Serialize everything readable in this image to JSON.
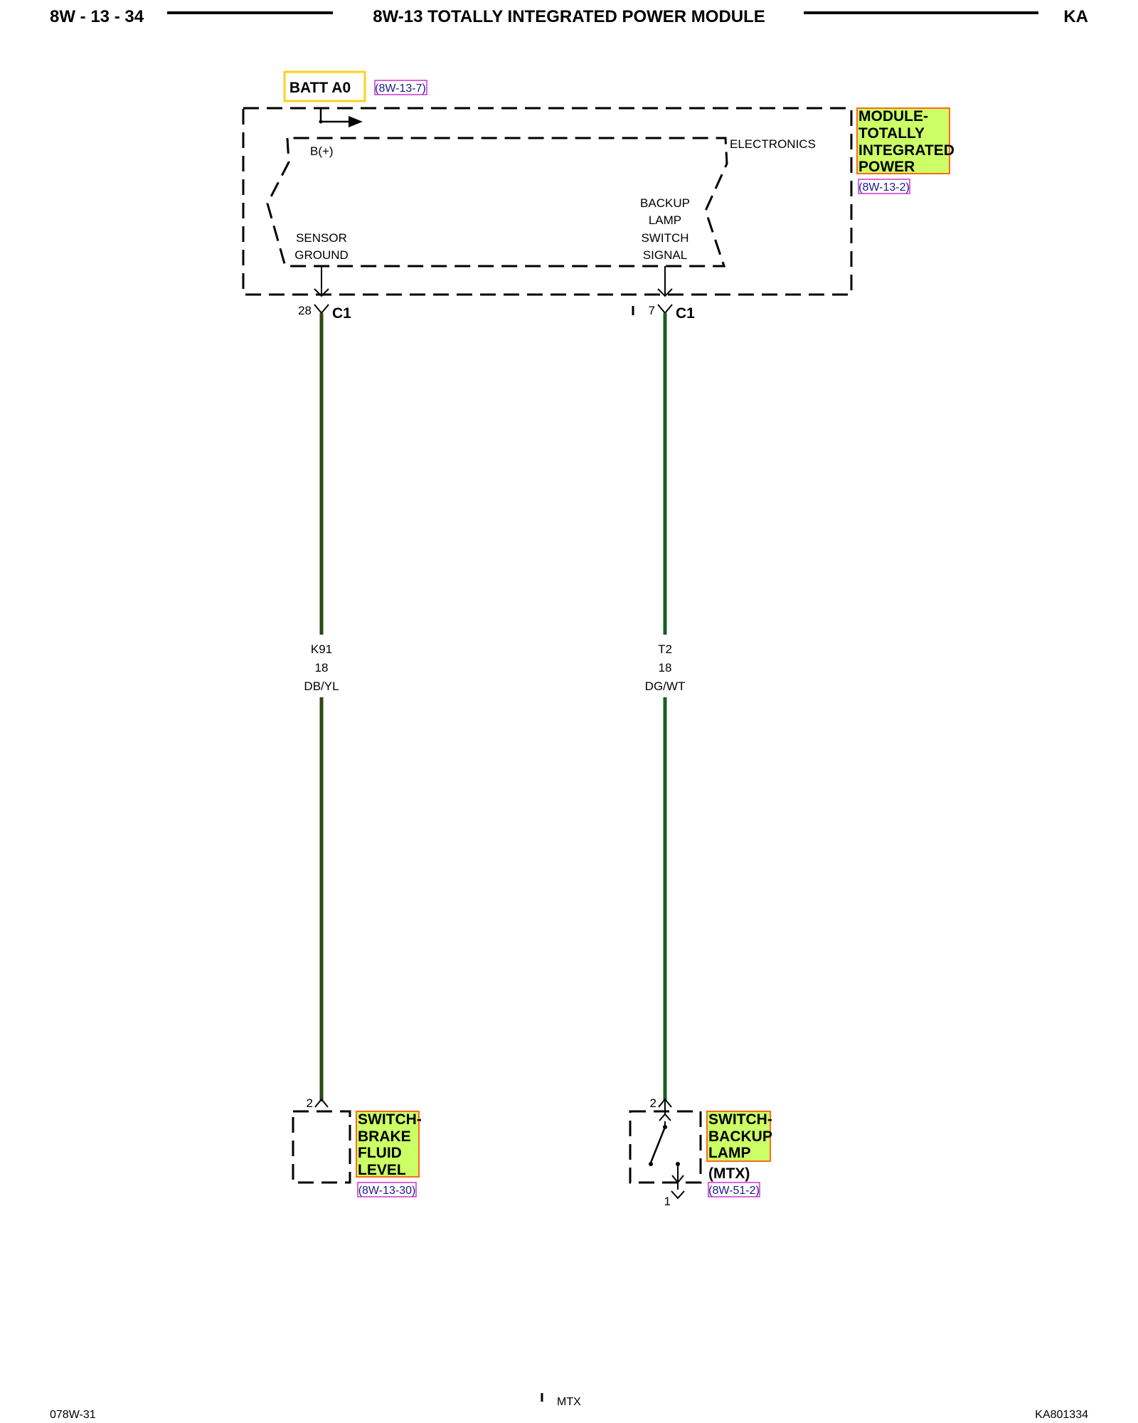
{
  "header": {
    "page_number": "8W - 13 - 34",
    "title": "8W-13 TOTALLY INTEGRATED POWER MODULE",
    "body_code": "KA"
  },
  "batt": {
    "label": "BATT A0",
    "ref": "(8W-13-7)"
  },
  "module": {
    "name_lines": [
      "MODULE-",
      "TOTALLY",
      "INTEGRATED",
      "POWER"
    ],
    "ref": "(8W-13-2)",
    "electronics_label": "ELECTRONICS",
    "bplus_label": "B(+)",
    "sensor_ground_lines": [
      "SENSOR",
      "GROUND"
    ],
    "backup_signal_lines": [
      "BACKUP",
      "LAMP",
      "SWITCH",
      "SIGNAL"
    ]
  },
  "connectors": {
    "left": {
      "pin": "28",
      "name": "C1"
    },
    "right": {
      "pin": "7",
      "name": "C1"
    }
  },
  "wires": {
    "left": {
      "circuit": "K91",
      "gauge": "18",
      "color": "DB/YL"
    },
    "right": {
      "circuit": "T2",
      "gauge": "18",
      "color": "DG/WT"
    }
  },
  "switch_brake": {
    "pin": "2",
    "name_lines": [
      "SWITCH-",
      "BRAKE",
      "FLUID",
      "LEVEL"
    ],
    "ref": "(8W-13-30)"
  },
  "switch_backup": {
    "pin_top": "2",
    "pin_bottom": "1",
    "name_lines": [
      "SWITCH-",
      "BACKUP",
      "LAMP"
    ],
    "qualifier": "(MTX)",
    "ref": "(8W-51-2)"
  },
  "footer": {
    "left_code": "078W-31",
    "note": "MTX",
    "right_code": "KA801334"
  },
  "colors": {
    "component_highlight": "#ccff66",
    "highlight_border": "#ff6a1a",
    "batt_border": "#ffd11a",
    "ref_border": "#cc33cc",
    "wire_k91": "#2c4a10",
    "wire_t2": "#1f5a2a"
  }
}
